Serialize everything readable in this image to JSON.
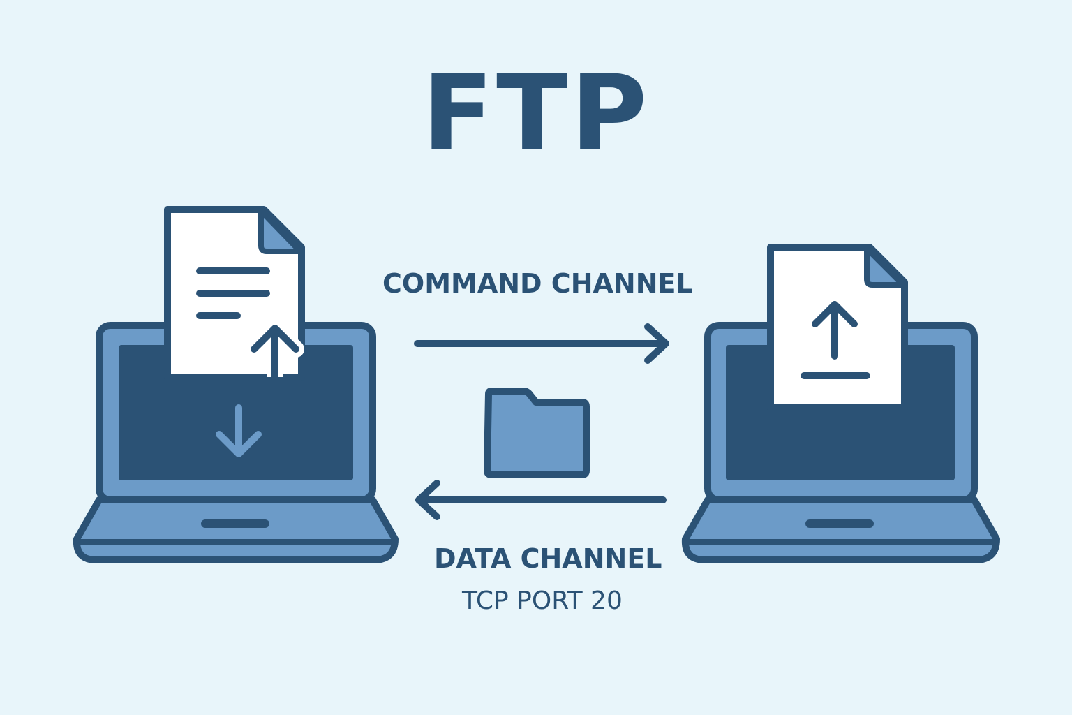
{
  "title": "FTP",
  "command_channel_label": "COMMAND CHANNEL",
  "data_channel_label": "DATA CHANNEL",
  "data_channel_port": "TCP PORT 20",
  "colors": {
    "background": "#e8f5fa",
    "dark_blue": "#2b5275",
    "mid_blue": "#6c9bc8",
    "paper": "#ffffff"
  },
  "icons": {
    "left_computer": "laptop-icon",
    "right_computer": "laptop-icon",
    "left_document": "document-with-upload-arrow-icon",
    "right_document": "document-upload-icon",
    "left_screen_arrow": "download-arrow-icon",
    "transfer_item": "folder-icon",
    "command_arrow": "arrow-right-icon",
    "data_arrow": "arrow-left-icon"
  }
}
